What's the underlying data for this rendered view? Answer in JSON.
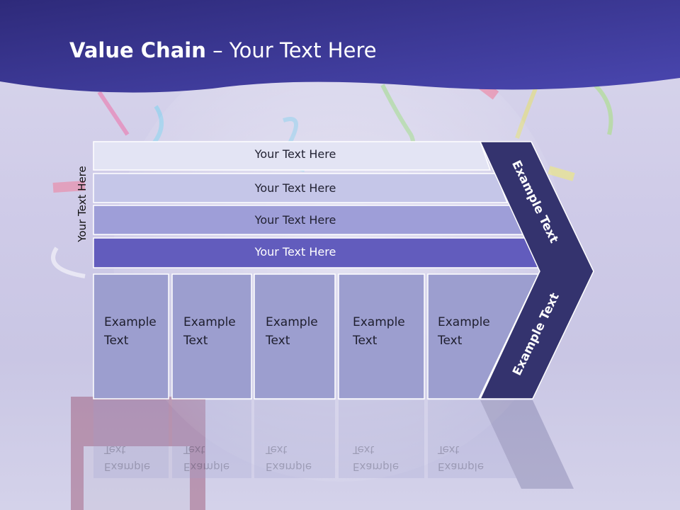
{
  "title": {
    "bold": "Value Chain",
    "rest": " – Your Text Here"
  },
  "side_label": "Your Text Here",
  "rows": [
    {
      "label": "Your Text Here"
    },
    {
      "label": "Your Text Here"
    },
    {
      "label": "Your Text Here"
    },
    {
      "label": "Your Text Here"
    }
  ],
  "columns": [
    {
      "label": "Example\nText"
    },
    {
      "label": "Example\nText"
    },
    {
      "label": "Example\nText"
    },
    {
      "label": "Example\nText"
    },
    {
      "label": "Example\nText"
    }
  ],
  "chevron": {
    "top_label": "Example Text",
    "bottom_label": "Example Text"
  },
  "colors": {
    "header": "#3e3796",
    "row_1": "#e3e4f4",
    "row_2": "#c5c6e8",
    "row_3": "#9e9ed8",
    "row_4": "#625cbd",
    "column_box": "#9c9ecf",
    "chevron": "#34336e"
  }
}
